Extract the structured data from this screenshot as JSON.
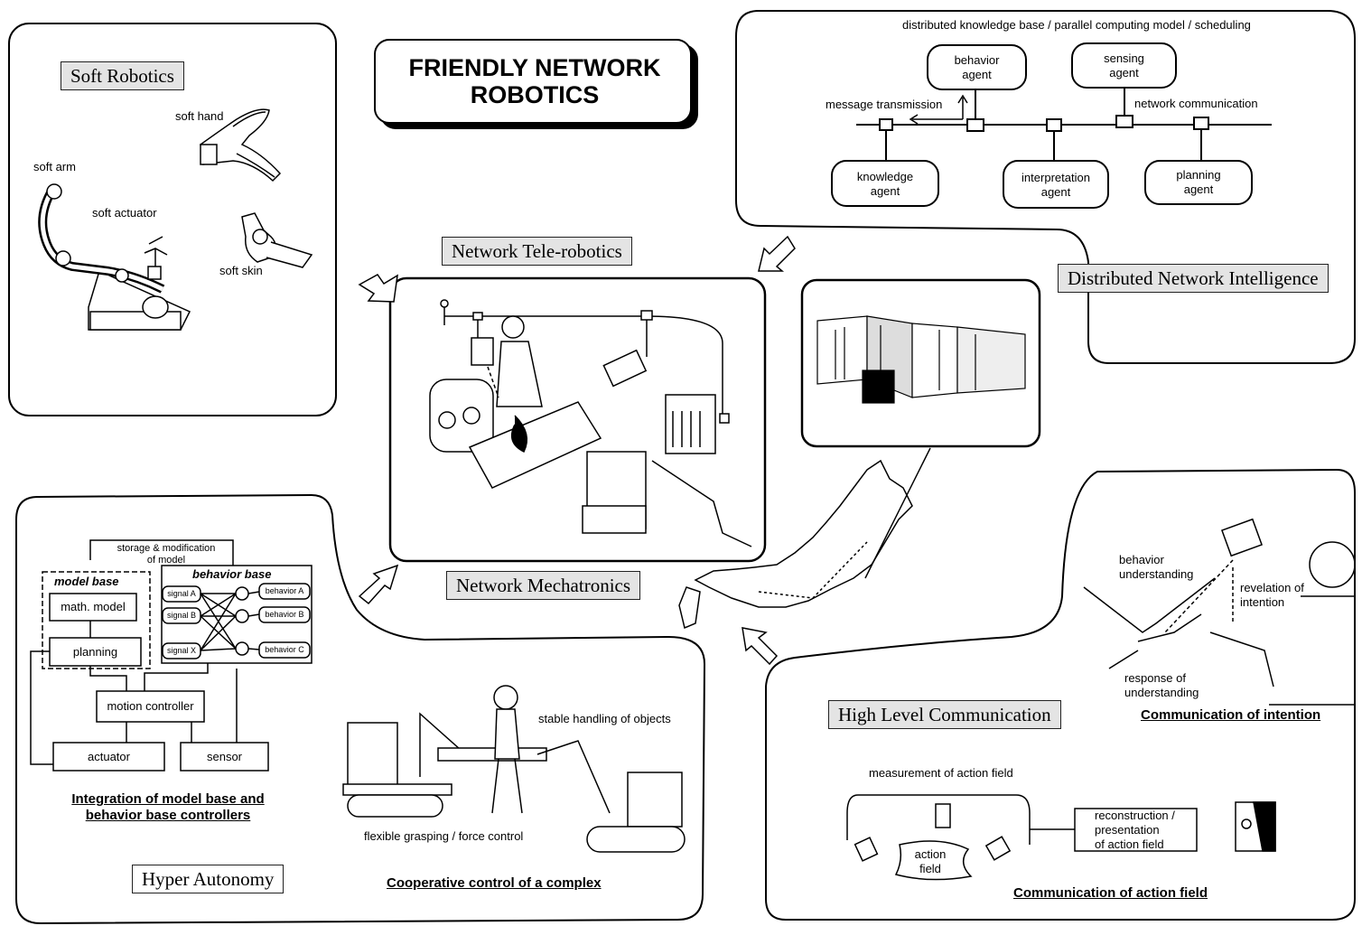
{
  "title_line1": "FRIENDLY NETWORK",
  "title_line2": "ROBOTICS",
  "soft": {
    "heading": "Soft Robotics",
    "hand": "soft hand",
    "arm": "soft arm",
    "actuator": "soft actuator",
    "skin": "soft skin"
  },
  "dni": {
    "top_caption": "distributed knowledge base / parallel computing model / scheduling",
    "message": "message transmission",
    "network": "network communication",
    "heading": "Distributed Network Intelligence",
    "agents": [
      {
        "l1": "behavior",
        "l2": "agent"
      },
      {
        "l1": "sensing",
        "l2": "agent"
      },
      {
        "l1": "knowledge",
        "l2": "agent"
      },
      {
        "l1": "interpretation",
        "l2": "agent"
      },
      {
        "l1": "planning",
        "l2": "agent"
      }
    ]
  },
  "tele": {
    "heading": "Network Tele-robotics"
  },
  "mecha": {
    "heading": "Network Mechatronics"
  },
  "hyper": {
    "heading": "Hyper Autonomy",
    "storage_l1": "storage & modification",
    "storage_l2": "of model",
    "model_base": "model base",
    "behavior_base": "behavior base",
    "math_model": "math. model",
    "planning": "planning",
    "signals": [
      "signal A",
      "signal B",
      "signal X"
    ],
    "behaviors": [
      "behavior A",
      "behavior B",
      "behavior C"
    ],
    "motion": "motion controller",
    "actuator": "actuator",
    "sensor": "sensor",
    "caption_l1": "Integration of model base and",
    "caption_l2": "behavior base controllers"
  },
  "coop": {
    "stable": "stable handling of objects",
    "flexible": "flexible grasping / force control",
    "caption": "Cooperative control of a complex"
  },
  "hlc": {
    "heading": "High Level Communication",
    "behavior_l1": "behavior",
    "behavior_l2": "understanding",
    "revelation_l1": "revelation of",
    "revelation_l2": "intention",
    "response_l1": "response of",
    "response_l2": "understanding",
    "intention_caption": "Communication of intention",
    "measurement": "measurement of action field",
    "action_l1": "action",
    "action_l2": "field",
    "recon_l1": "reconstruction /",
    "recon_l2": "presentation",
    "recon_l3": "of action field",
    "field_caption": "Communication of action field"
  }
}
